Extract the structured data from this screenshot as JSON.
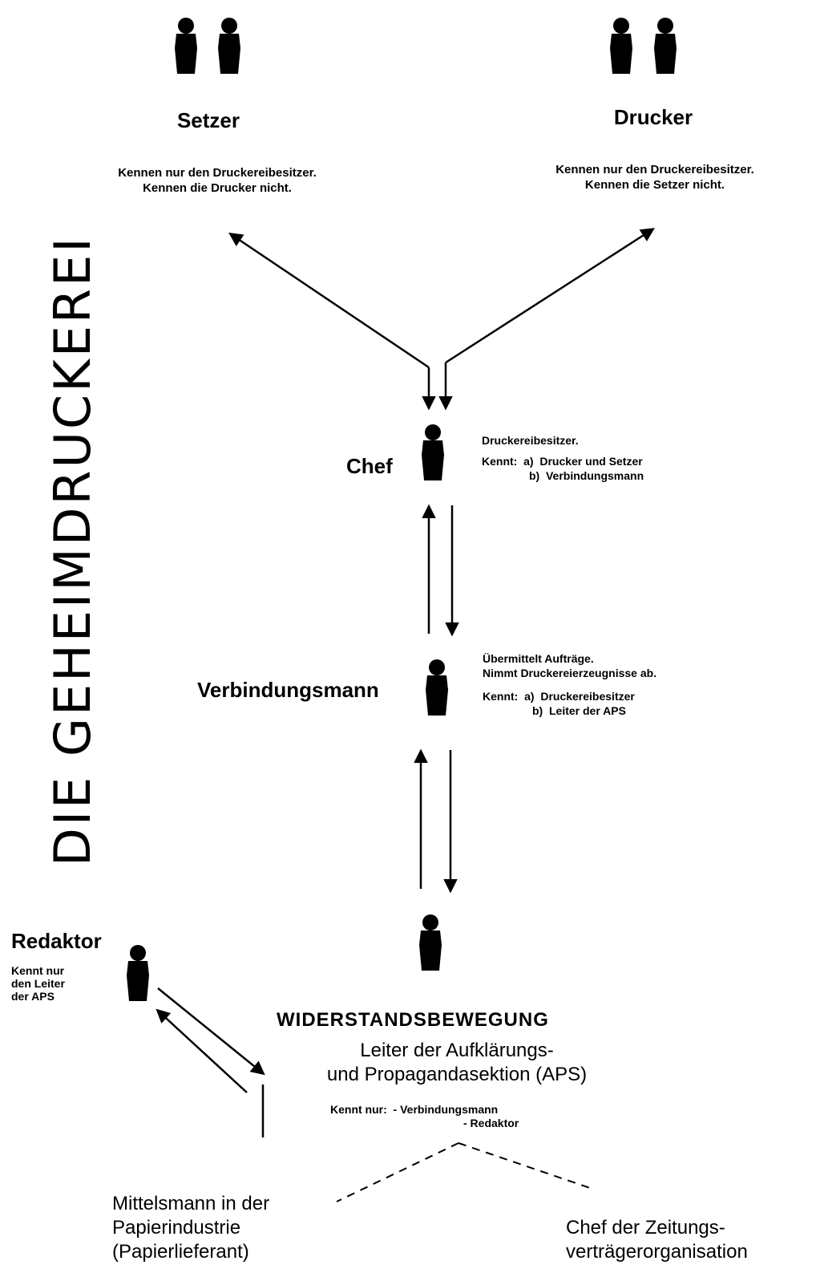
{
  "side_title": "DIE GEHEIMDRUCKEREI",
  "setzer": {
    "label": "Setzer",
    "note_1": "Kennen nur den Druckereibesitzer.",
    "note_2": "Kennen die Drucker nicht."
  },
  "drucker": {
    "label": "Drucker",
    "note_1": "Kennen nur den Druckereibesitzer.",
    "note_2": "Kennen die Setzer nicht."
  },
  "chef": {
    "label": "Chef",
    "role": "Druckereibesitzer.",
    "knows_a": "Kennt:  a)  Drucker und Setzer",
    "knows_b": "b)  Verbindungsmann"
  },
  "verbindungsmann": {
    "label": "Verbindungsmann",
    "line_1": "Übermittelt Aufträge.",
    "line_2": "Nimmt Druckereierzeugnisse ab.",
    "knows_a": "Kennt:  a)  Druckereibesitzer",
    "knows_b": "b)  Leiter der APS"
  },
  "redaktor": {
    "label": "Redaktor",
    "note_1": "Kennt nur",
    "note_2": "den Leiter",
    "note_3": "der APS"
  },
  "aps": {
    "org": "WIDERSTANDSBEWEGUNG",
    "title_1": "Leiter der Aufklärungs-",
    "title_2": "und Propagandasektion (APS)",
    "knows_1": "Kennt nur:  - Verbindungsmann",
    "knows_2": "- Redaktor"
  },
  "mittelsmann": {
    "line_1": "Mittelsmann in der",
    "line_2": "Papierindustrie",
    "line_3": "(Papierlieferant)"
  },
  "zeitung": {
    "line_1": "Chef der Zeitungs-",
    "line_2": "verträgerorganisation"
  }
}
